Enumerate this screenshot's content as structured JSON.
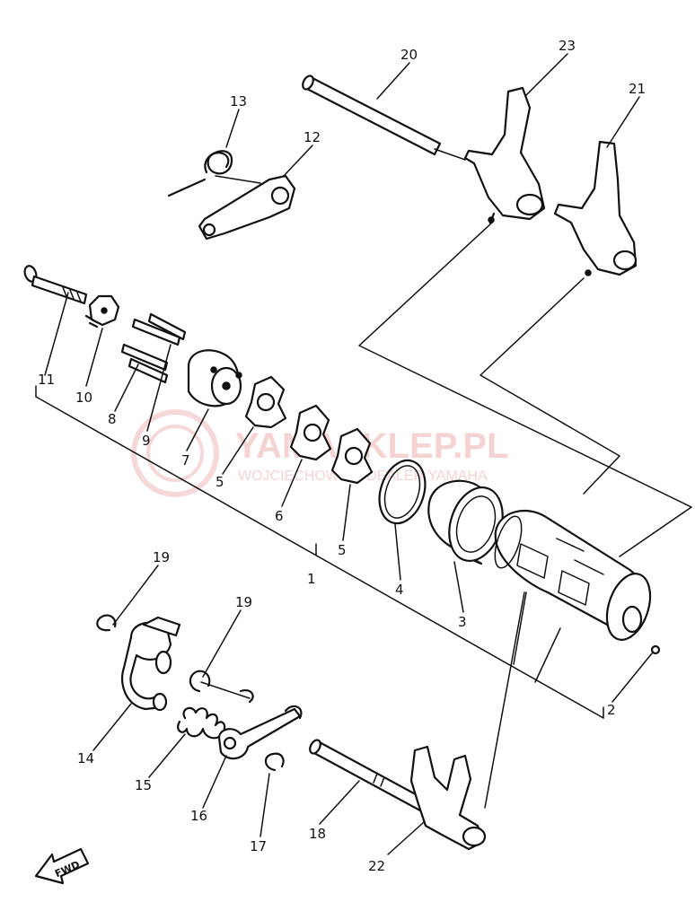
{
  "watermark": {
    "title": "YAMASKLEP.PL",
    "subtitle": "WOJCIECHOWSKI DEALER YAMAHA",
    "color": "#e06464"
  },
  "fwd_label": "FWD",
  "callouts": {
    "c1": "1",
    "c2": "2",
    "c3": "3",
    "c4": "4",
    "c5a": "5",
    "c5b": "5",
    "c6": "6",
    "c7": "7",
    "c8": "8",
    "c9": "9",
    "c10": "10",
    "c11": "11",
    "c12": "12",
    "c13": "13",
    "c14": "14",
    "c15": "15",
    "c16": "16",
    "c17": "17",
    "c18": "18",
    "c19a": "19",
    "c19b": "19",
    "c20": "20",
    "c21": "21",
    "c22": "22",
    "c23": "23"
  }
}
